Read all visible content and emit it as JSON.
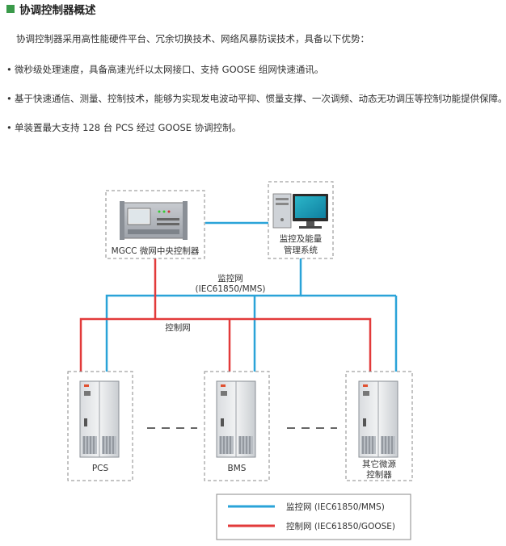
{
  "header": {
    "title": "协调控制器概述",
    "marker_color": "#3a9a4a"
  },
  "intro": "协调控制器采用高性能硬件平台、冗余切换技术、网络风暴防误技术，具备以下优势：",
  "bullets": [
    "微秒级处理速度，具备高速光纤以太网接口、支持 GOOSE 组网快速通讯。",
    "基于快速通信、测量、控制技术，能够为实现发电波动平抑、惯量支撑、一次调频、动态无功调压等控制功能提供保障。",
    "单装置最大支持 128 台 PCS 经过 GOOSE 协调控制。"
  ],
  "bullet_symbol": "•",
  "diagram": {
    "mgcc_label": "MGCC 微网中央控制器",
    "ems_label_line1": "监控及能量",
    "ems_label_line2": "管理系统",
    "monitor_net_line1": "监控网",
    "monitor_net_line2": "(IEC61850/MMS)",
    "control_net": "控制网",
    "pcs_label": "PCS",
    "bms_label": "BMS",
    "other_label_line1": "其它微源",
    "other_label_line2": "控制器",
    "legend": {
      "monitor": "监控网 (IEC61850/MMS)",
      "control": "控制网 (IEC61850/GOOSE)"
    },
    "colors": {
      "monitor": "#2aa3d8",
      "control": "#e23a3a",
      "dash_border": "#888888"
    }
  }
}
